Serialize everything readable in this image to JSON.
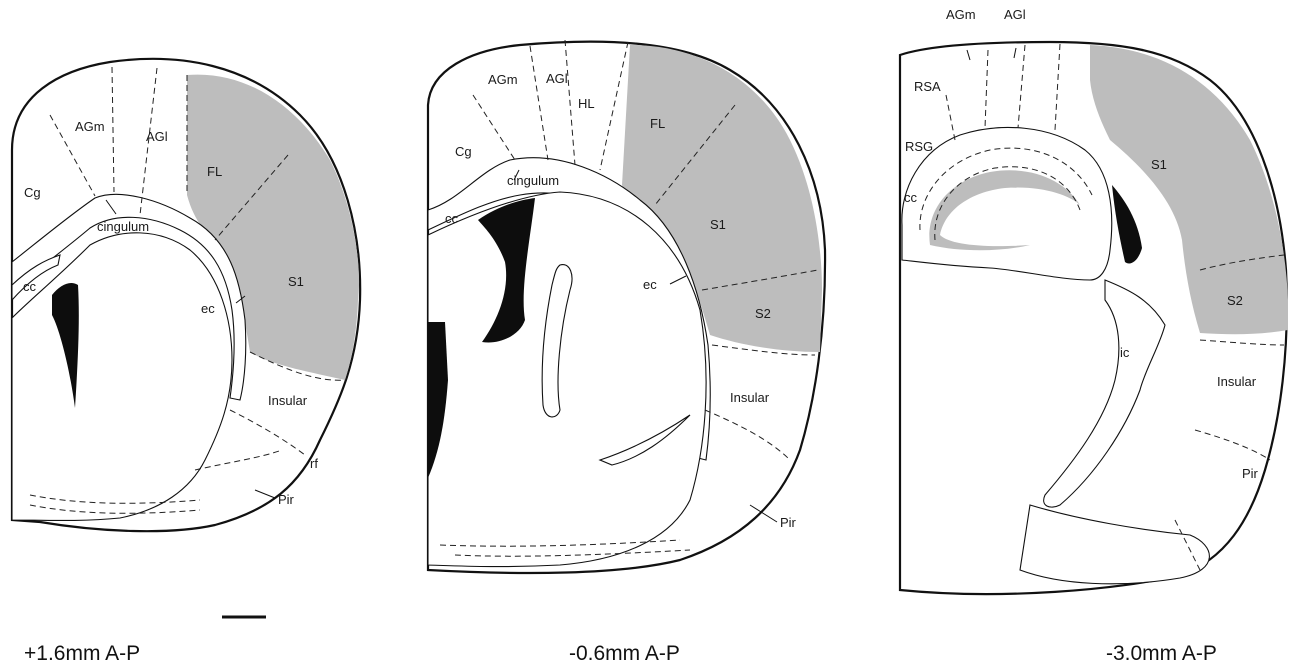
{
  "colors": {
    "shaded_region": "#bdbdbd",
    "ventricle": "#0d0d0d",
    "outline": "#111111"
  },
  "panels": [
    {
      "caption": "+1.6mm A-P",
      "labels": {
        "cg": "Cg",
        "agm": "AGm",
        "agl": "AGl",
        "fl": "FL",
        "cingulum": "cingulum",
        "cc": "cc",
        "ec": "ec",
        "s1": "S1",
        "insular": "Insular",
        "rf": "rf",
        "pir": "Pir"
      }
    },
    {
      "caption": "-0.6mm A-P",
      "labels": {
        "agm": "AGm",
        "agl": "AGl",
        "hl": "HL",
        "fl": "FL",
        "cg": "Cg",
        "cingulum": "cingulum",
        "cc": "cc",
        "s1": "S1",
        "ec": "ec",
        "s2": "S2",
        "insular": "Insular",
        "pir": "Pir"
      }
    },
    {
      "caption": "-3.0mm A-P",
      "labels": {
        "agm": "AGm",
        "agl": "AGl",
        "rsa": "RSA",
        "rsg": "RSG",
        "cc": "cc",
        "s1": "S1",
        "s2": "S2",
        "ic": "ic",
        "insular": "Insular",
        "pir": "Pir"
      }
    }
  ],
  "scale_bar": {
    "label": ""
  }
}
